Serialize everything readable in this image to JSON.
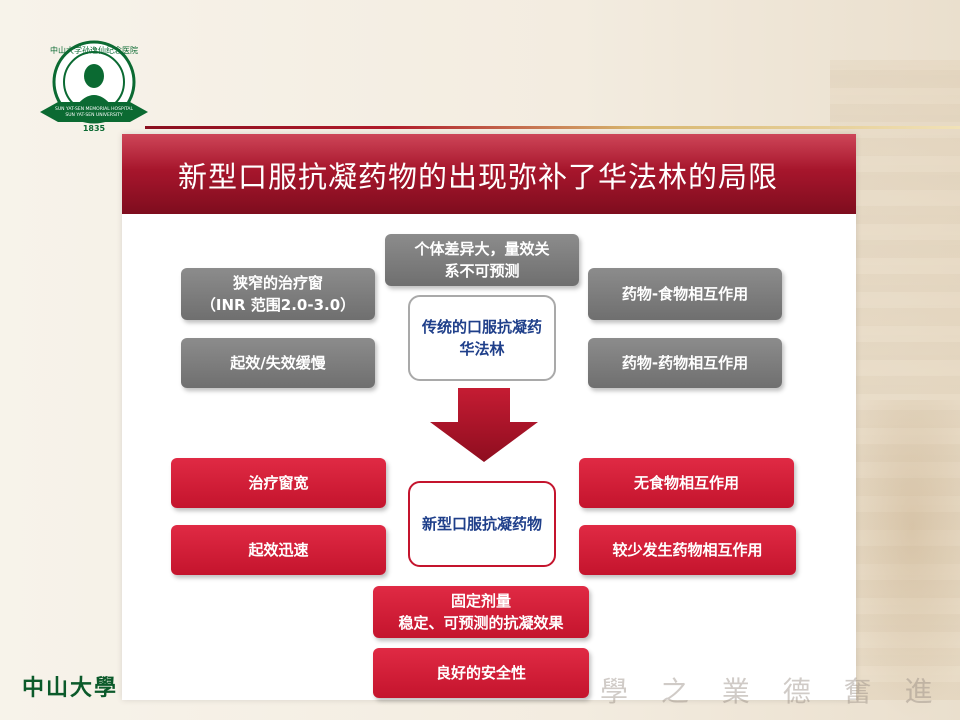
{
  "title": "新型口服抗凝药物的出现弥补了华法林的局限",
  "logo": {
    "ring_text_top": "中山大学孙逸仙纪念医院",
    "ring_text_en1": "SUN YAT-SEN MEMORIAL HOSPITAL",
    "ring_text_en2": "SUN YAT-SEN UNIVERSITY",
    "year": "1835"
  },
  "traditional": {
    "center": "传统的口服抗凝药\n华法林",
    "top": "个体差异大，量效关\n系不可预测",
    "left1": "狭窄的治疗窗\n（INR 范围2.0-3.0）",
    "left2": "起效/失效缓慢",
    "right1": "药物-食物相互作用",
    "right2": "药物-药物相互作用"
  },
  "novel": {
    "center": "新型口服抗凝药物",
    "left1": "治疗窗宽",
    "left2": "起效迅速",
    "right1": "无食物相互作用",
    "right2": "较少发生药物相互作用",
    "bottom1": "固定剂量\n稳定、可预测的抗凝效果",
    "bottom2": "良好的安全性"
  },
  "footer": {
    "university": "中山大學",
    "motto": "學 之 業 德 奮 進"
  },
  "colors": {
    "banner": "#a0142a",
    "red_box": "#c4142d",
    "gray_box": "#7a7a7a",
    "center_text": "#1f3f8a",
    "logo_green": "#0b6a32"
  }
}
